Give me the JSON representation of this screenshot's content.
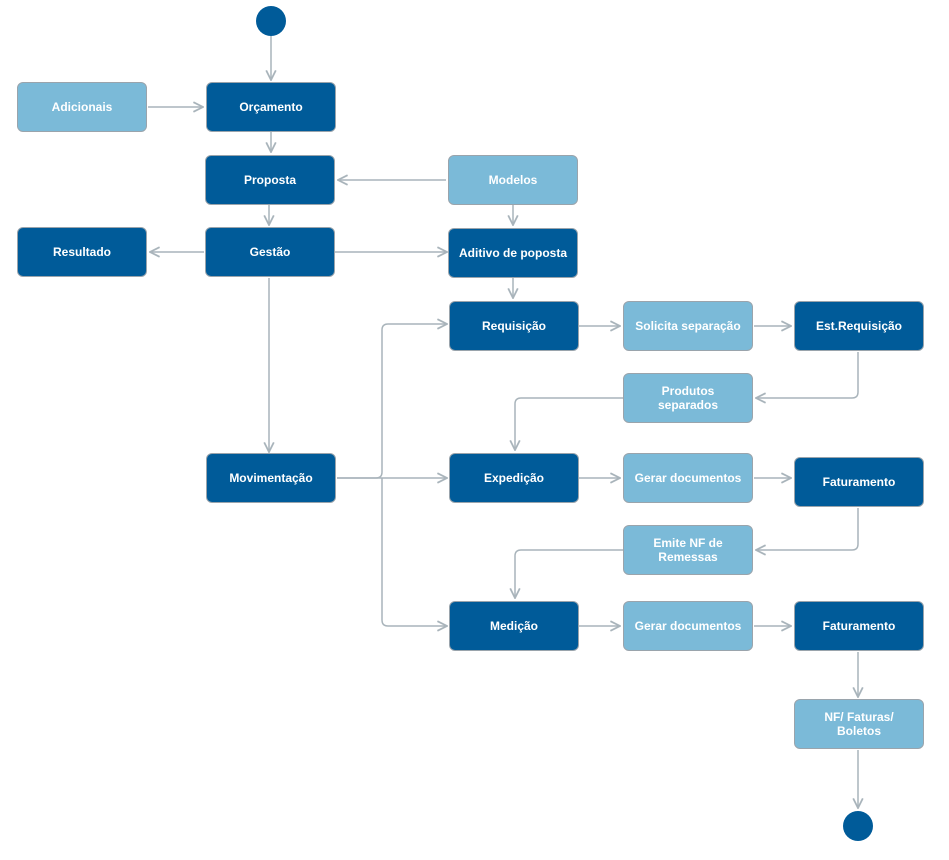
{
  "colors": {
    "dark": "#005b99",
    "light": "#7bbad8",
    "edge": "#a9b4bb"
  },
  "nodes": {
    "orcamento": "Orçamento",
    "adicionais": "Adicionais",
    "proposta": "Proposta",
    "modelos": "Modelos",
    "gestao": "Gestão",
    "resultado": "Resultado",
    "aditivo": "Aditivo de poposta",
    "requisicao": "Requisição",
    "solicita": "Solicita separação",
    "est_requisicao": "Est.Requisição",
    "produtos": "Produtos\nseparados",
    "movimentacao": "Movimentação",
    "expedicao": "Expedição",
    "gerar_doc_1": "Gerar documentos",
    "faturamento_1": "Faturamento",
    "emite_nf": "Emite NF de\nRemessas",
    "medicao": "Medição",
    "gerar_doc_2": "Gerar documentos",
    "faturamento_2": "Faturamento",
    "nf_faturas": "NF/ Faturas/\nBoletos"
  }
}
